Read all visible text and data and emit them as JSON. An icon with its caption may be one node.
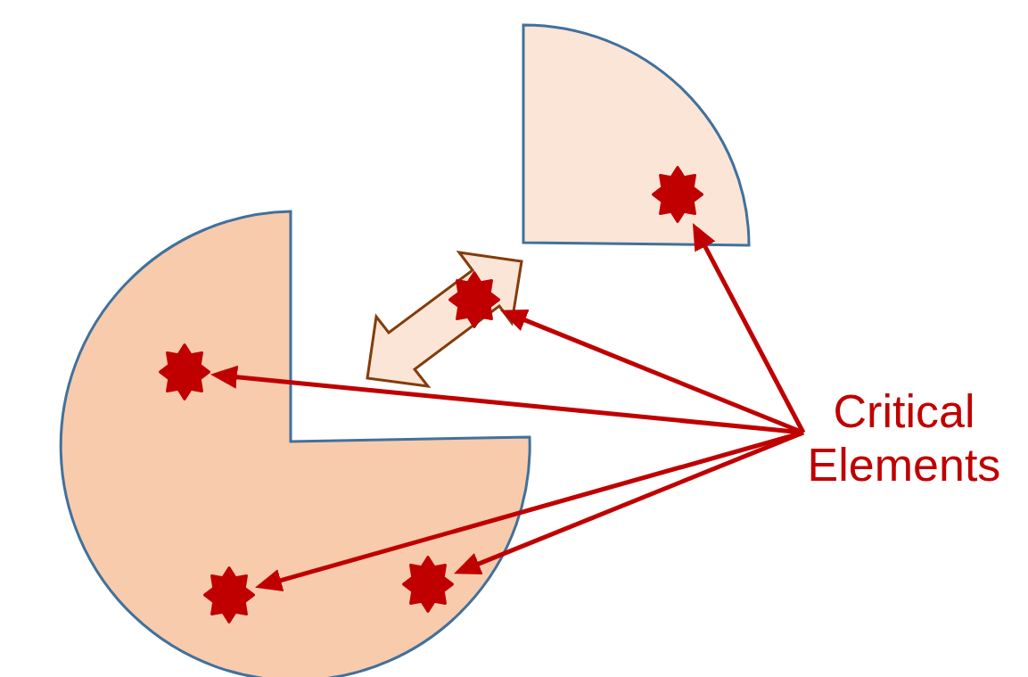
{
  "diagram": {
    "nodes": [
      {
        "text": [],
        "shape": "star"
      },
      {
        "text": [],
        "shape": "star"
      },
      {
        "text": [],
        "shape": "star"
      },
      {
        "text": [
          "Critical Elements"
        ]
      },
      {
        "text": [],
        "shape": "star"
      },
      {
        "text": [],
        "shape": "star"
      }
    ],
    "edges": [
      {
        "from": 3,
        "to": 0,
        "arrow": "to"
      },
      {
        "from": 3,
        "to": 1,
        "arrow": "to"
      },
      {
        "from": 3,
        "to": 2,
        "arrow": "to"
      },
      {
        "from": 3,
        "to": 4,
        "arrow": "to"
      },
      {
        "from": 3,
        "to": 5,
        "arrow": "to"
      }
    ]
  }
}
